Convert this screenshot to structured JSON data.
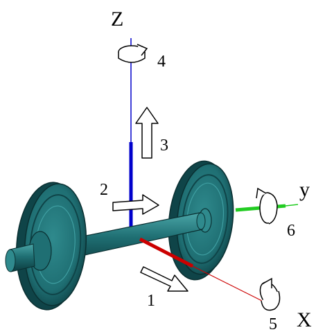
{
  "axes": {
    "z": {
      "label": "Z",
      "color": "#0000cc"
    },
    "y": {
      "label": "y",
      "color": "#22cc22"
    },
    "x": {
      "label": "X",
      "color": "#cc0000"
    }
  },
  "dofs": {
    "dof1": "1",
    "dof2": "2",
    "dof3": "3",
    "dof4": "4",
    "dof5": "5",
    "dof6": "6"
  },
  "colors": {
    "wheelset_body": "#1f6f73",
    "wheelset_dark": "#0f4448",
    "wheelset_light": "#3f9fa2",
    "outline": "#0a2f31"
  },
  "icons": {
    "translation": "hollow-arrow-icon",
    "rotation": "curved-rotation-arrow-icon"
  }
}
